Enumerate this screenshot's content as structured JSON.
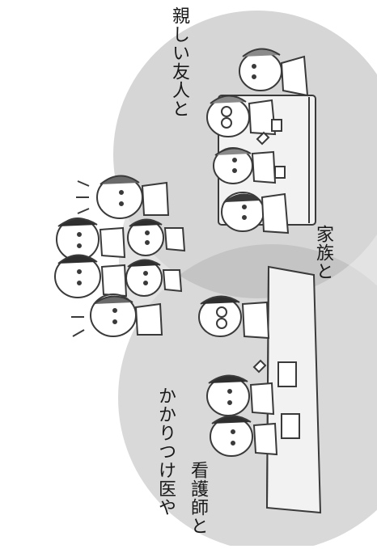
{
  "labels": {
    "friends": "親しい友人と",
    "family": "家族と",
    "doctor": "かかりつけ医や",
    "nurse": "看護師と"
  },
  "colors": {
    "circle_fill": "#d9d9d9",
    "overlap_fill": "#c6c6c6",
    "line": "#3a3a3a"
  }
}
